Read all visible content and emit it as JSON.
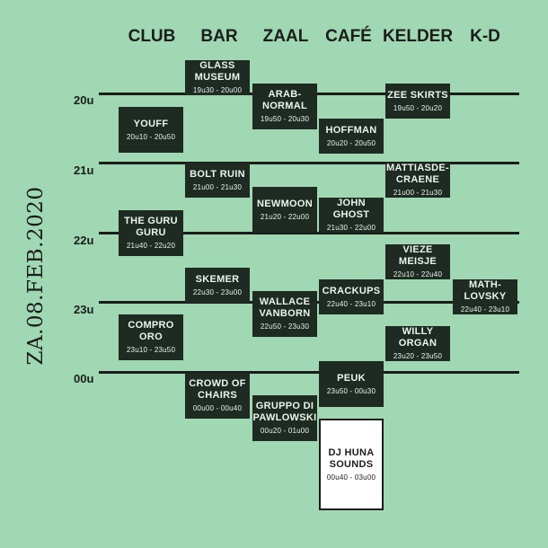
{
  "columns": [
    "CLUB",
    "BAR",
    "ZAAL",
    "CAFÉ",
    "KELDER",
    "K-D"
  ],
  "hours": [
    "20u",
    "21u",
    "22u",
    "23u",
    "00u"
  ],
  "date": "ZA.08.FEB.2020",
  "acts": [
    {
      "id": "glass-museum",
      "name": "GLASS\nMUSEUM",
      "time": "19u30 - 20u00"
    },
    {
      "id": "arab-normal",
      "name": "ARAB-\nNORMAL",
      "time": "19u50 - 20u30"
    },
    {
      "id": "zee-skirts",
      "name": "ZEE SKIRTS",
      "time": "19u50 - 20u20"
    },
    {
      "id": "youff",
      "name": "YOUFF",
      "time": "20u10 - 20u50"
    },
    {
      "id": "hoffman",
      "name": "HOFFMAN",
      "time": "20u20 - 20u50"
    },
    {
      "id": "bolt-ruin",
      "name": "BOLT RUIN",
      "time": "21u00 - 21u30"
    },
    {
      "id": "mattiasde-craene",
      "name": "MATTIASDE-\nCRAENE",
      "time": "21u00 - 21u30"
    },
    {
      "id": "newmoon",
      "name": "NEWMOON",
      "time": "21u20 - 22u00"
    },
    {
      "id": "john-ghost",
      "name": "JOHN\nGHOST",
      "time": "21u30 - 22u00"
    },
    {
      "id": "the-guru-guru",
      "name": "THE GURU\nGURU",
      "time": "21u40 - 22u20"
    },
    {
      "id": "vieze-meisje",
      "name": "VIEZE\nMEISJE",
      "time": "22u10 - 22u40"
    },
    {
      "id": "skemer",
      "name": "SKEMER",
      "time": "22u30 - 23u00"
    },
    {
      "id": "crackups",
      "name": "CRACKUPS",
      "time": "22u40 - 23u10"
    },
    {
      "id": "math-lovsky",
      "name": "MATH-\nLOVSKY",
      "time": "22u40 - 23u10"
    },
    {
      "id": "wallace-vanborn",
      "name": "WALLACE\nVANBORN",
      "time": "22u50 - 23u30"
    },
    {
      "id": "compro-oro",
      "name": "COMPRO\nORO",
      "time": "23u10 - 23u50"
    },
    {
      "id": "willy-organ",
      "name": "WILLY\nORGAN",
      "time": "23u20 - 23u50"
    },
    {
      "id": "peuk",
      "name": "PEUK",
      "time": "23u50 - 00u30"
    },
    {
      "id": "crowd-of-chairs",
      "name": "CROWD OF\nCHAIRS",
      "time": "00u00 - 00u40"
    },
    {
      "id": "gruppo-di-pawlowski",
      "name": "GRUPPO DI\nPAWLOWSKI",
      "time": "00u20 - 01u00"
    },
    {
      "id": "dj-huna-sounds",
      "name": "DJ HUNA\nSOUNDS",
      "time": "00u40 - 03u00"
    }
  ]
}
